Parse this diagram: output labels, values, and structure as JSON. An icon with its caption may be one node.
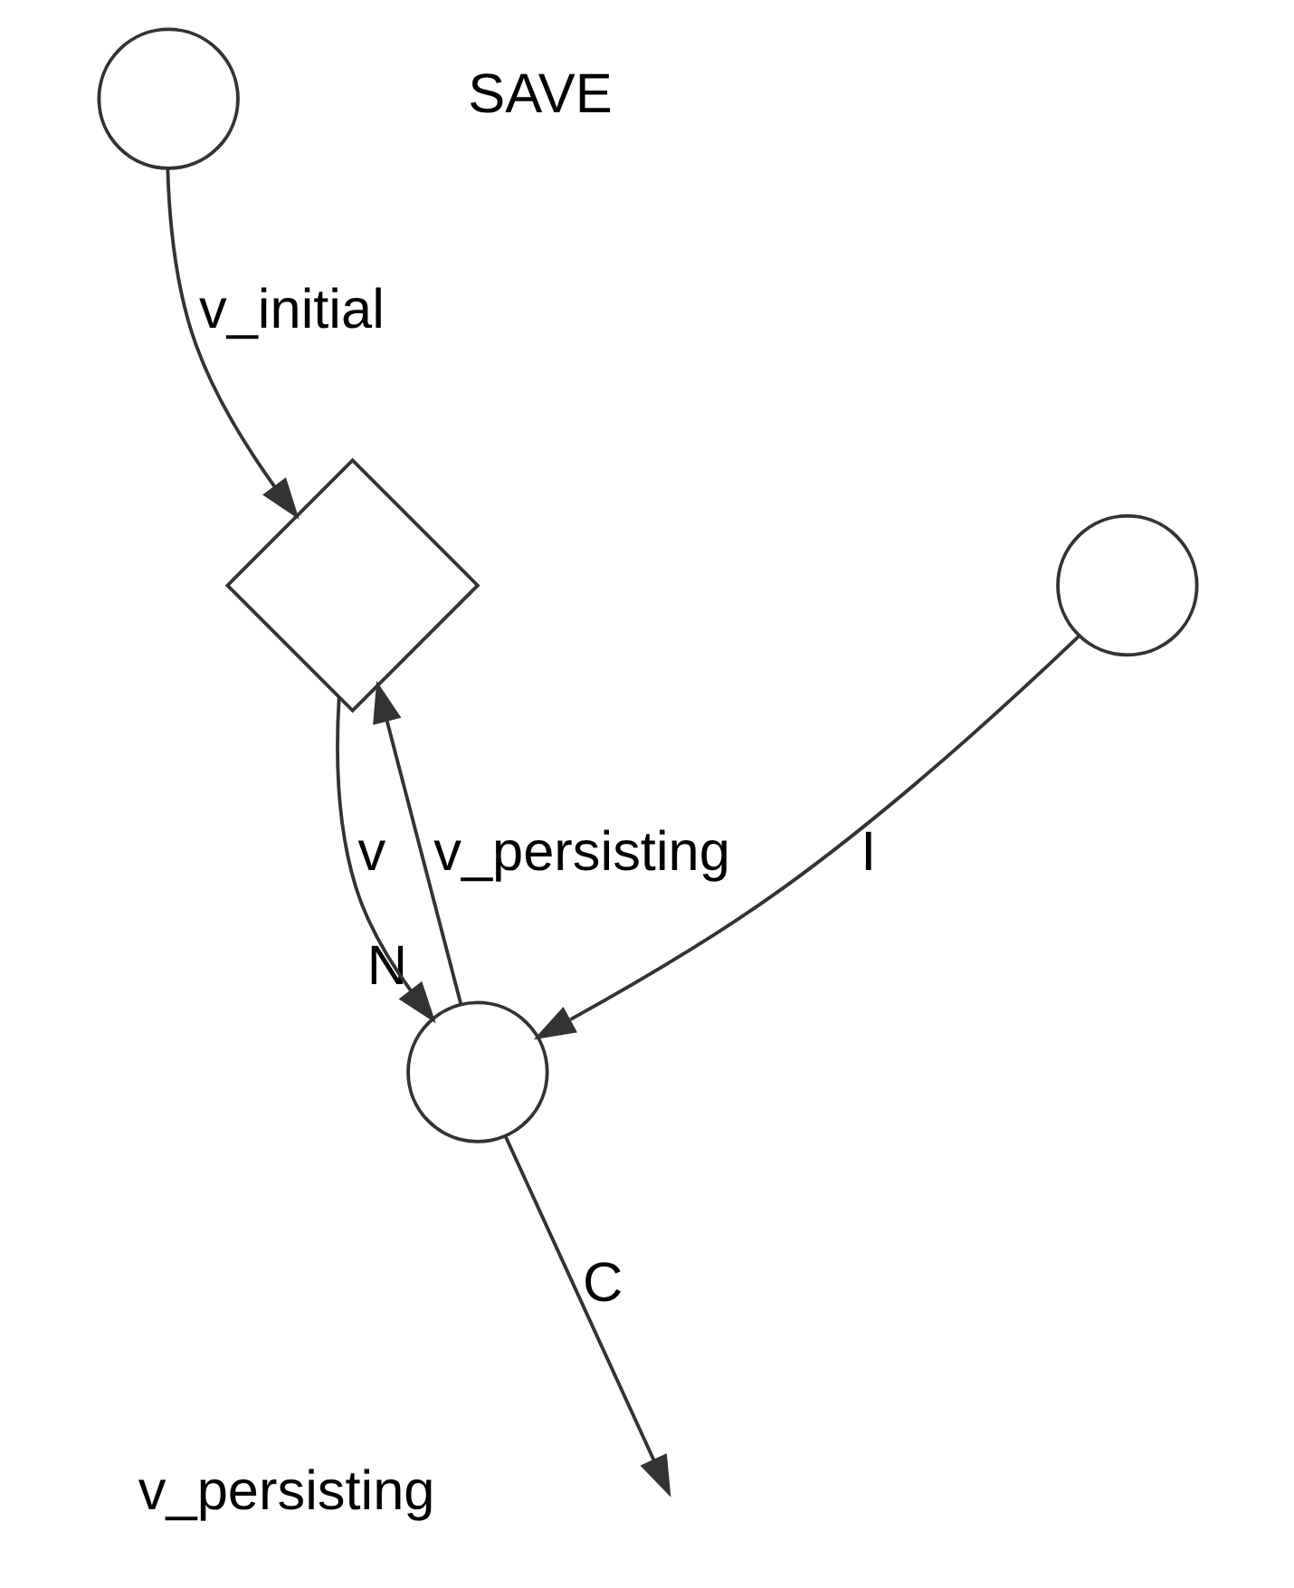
{
  "diagram": {
    "nodes": [
      {
        "text": [],
        "shape": "circle"
      },
      {
        "text": [],
        "shape": "circle"
      },
      {
        "text": [],
        "shape": "diamond"
      },
      {
        "text": [],
        "shape": "circle",
        "beside": [
          "N"
        ]
      }
    ],
    "edges": [
      {
        "from": 0,
        "to": 2,
        "arrow": "to",
        "label": "v_initial"
      },
      {
        "from": 1,
        "to": 3,
        "arrow": "to",
        "label": "I"
      },
      {
        "from": 2,
        "to": 3,
        "arrow": "to",
        "label": "v"
      },
      {
        "from": 3,
        "to": 2,
        "arrow": "to",
        "label": "v_persisting"
      },
      {
        "from": 3,
        "to": null,
        "arrow": "to",
        "label": "C"
      }
    ],
    "labels": [
      "SAVE",
      "v_persisting"
    ]
  }
}
